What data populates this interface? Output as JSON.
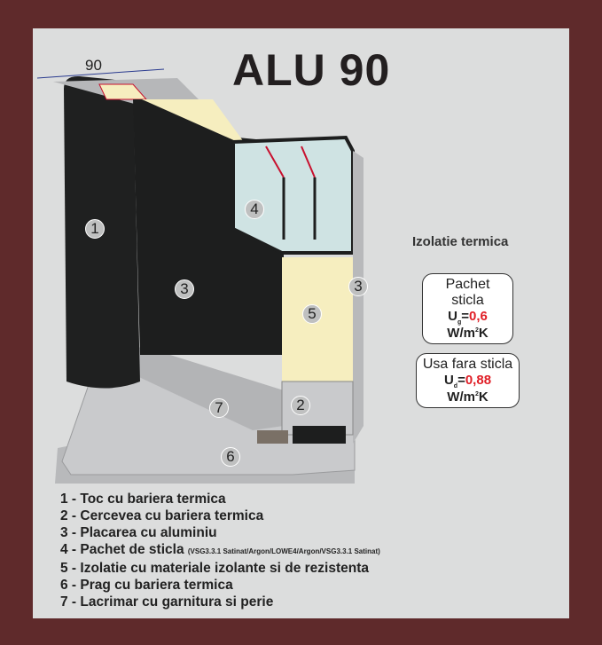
{
  "title": "ALU 90",
  "dimension": "90",
  "callouts": {
    "frame": "1",
    "sash": "2",
    "cladding_left": "3",
    "cladding_right": "3",
    "glass": "4",
    "insulation": "5",
    "threshold": "6",
    "drip": "7"
  },
  "thermal": {
    "heading": "Izolatie termica",
    "glass_pack": {
      "label": "Pachet sticla",
      "symbol": "U",
      "subscript": "g",
      "equals": "=",
      "value": "0,6",
      "unit": "W/m",
      "unit_sup": "2",
      "unit_end": "K"
    },
    "door_no_glass": {
      "label": "Usa fara sticla",
      "symbol": "U",
      "subscript": "d",
      "equals": "=",
      "value": "0,88",
      "unit": "W/m",
      "unit_sup": "2",
      "unit_end": "K"
    }
  },
  "legend": [
    {
      "text": "1 - Toc cu bariera termica"
    },
    {
      "text": "2 - Cercevea cu bariera termica"
    },
    {
      "text": "3 - Placarea cu aluminiu"
    },
    {
      "text": "4 - Pachet de sticla",
      "note": "(VSG3.3.1 Satinat/Argon/LOWE4/Argon/VSG3.3.1 Satinat)"
    },
    {
      "text": "5 - Izolatie cu materiale izolante si de rezistenta"
    },
    {
      "text": "6 - Prag cu bariera termica"
    },
    {
      "text": "7 - Lacrimar cu garnitura si perie"
    }
  ],
  "colors": {
    "border": "#5f2a2b",
    "panel": "#dcdddd",
    "accent": "#e01e26",
    "door": "#1f2020",
    "insulation": "#f6eebf"
  }
}
